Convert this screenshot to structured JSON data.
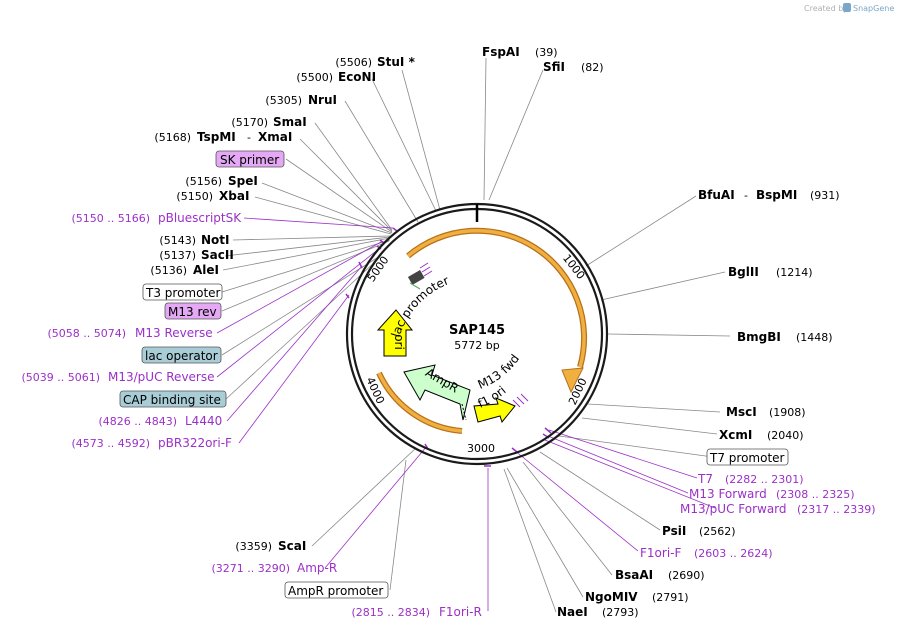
{
  "credit": {
    "prefix": "Created by",
    "brand": "SnapGene"
  },
  "plasmid": {
    "name": "SAP145",
    "length": "5772 bp"
  },
  "ticks": [
    "1000",
    "2000",
    "3000",
    "4000",
    "5000"
  ],
  "features": {
    "lac_promoter": "lac promoter",
    "ori": "ori",
    "ampr": "AmpR",
    "m13_fwd": "M13 fwd",
    "f1_ori": "f1 ori"
  },
  "sites_right": [
    {
      "name": "FspAI",
      "pos": "(39)"
    },
    {
      "name": "SfiI",
      "pos": "(82)"
    },
    {
      "name": "BfuAI",
      "sep": "-",
      "name2": "BspMI",
      "pos": "(931)"
    },
    {
      "name": "BglII",
      "pos": "(1214)"
    },
    {
      "name": "BmgBI",
      "pos": "(1448)"
    },
    {
      "name": "MscI",
      "pos": "(1908)"
    },
    {
      "name": "XcmI",
      "pos": "(2040)"
    },
    {
      "name": "PsiI",
      "pos": "(2562)"
    },
    {
      "name": "BsaAI",
      "pos": "(2690)"
    },
    {
      "name": "NgoMIV",
      "pos": "(2791)"
    },
    {
      "name": "NaeI",
      "pos": "(2793)"
    }
  ],
  "sites_left": [
    {
      "name": "StuI *",
      "pos": "(5506)"
    },
    {
      "name": "EcoNI",
      "pos": "(5500)"
    },
    {
      "name": "NruI",
      "pos": "(5305)"
    },
    {
      "name": "SmaI",
      "pos": "(5170)"
    },
    {
      "name": "TspMI",
      "sep": "-",
      "name2": "XmaI",
      "pos": "(5168)"
    },
    {
      "name": "SpeI",
      "pos": "(5156)"
    },
    {
      "name": "XbaI",
      "pos": "(5150)"
    },
    {
      "name": "NotI",
      "pos": "(5143)"
    },
    {
      "name": "SacII",
      "pos": "(5137)"
    },
    {
      "name": "AleI",
      "pos": "(5136)"
    },
    {
      "name": "ScaI",
      "pos": "(3359)"
    }
  ],
  "primers": [
    {
      "name": "pBluescriptSK",
      "pos": "(5150 .. 5166)"
    },
    {
      "name": "M13 Reverse",
      "pos": "(5058 .. 5074)"
    },
    {
      "name": "M13/pUC Reverse",
      "pos": "(5039 .. 5061)"
    },
    {
      "name": "L4440",
      "pos": "(4826 .. 4843)"
    },
    {
      "name": "pBR322ori-F",
      "pos": "(4573 .. 4592)"
    },
    {
      "name": "T7",
      "pos": "(2282 .. 2301)"
    },
    {
      "name": "M13 Forward",
      "pos": "(2308 .. 2325)"
    },
    {
      "name": "M13/pUC Forward",
      "pos": "(2317 .. 2339)"
    },
    {
      "name": "F1ori-F",
      "pos": "(2603 .. 2624)"
    },
    {
      "name": "Amp-R",
      "pos": "(3271 .. 3290)"
    },
    {
      "name": "F1ori-R",
      "pos": "(2815 .. 2834)"
    }
  ],
  "boxed": {
    "sk_primer": "SK primer",
    "t3_promoter": "T3 promoter",
    "m13_rev": "M13 rev",
    "lac_operator": "lac operator",
    "cap_site": "CAP binding site",
    "t7_promoter": "T7 promoter",
    "ampr_promoter": "AmpR promoter"
  },
  "colors": {
    "backbone": "#1a1a1a",
    "primer": "#9b30c8",
    "orange_feature": "#f0b040",
    "orange_dark": "#b8701a",
    "yellow_feature": "#ffff00",
    "ampr_fill": "#ccffcc",
    "purple_box": "#e4a8f5",
    "teal_box": "#a9cdd6",
    "line": "#888888"
  }
}
